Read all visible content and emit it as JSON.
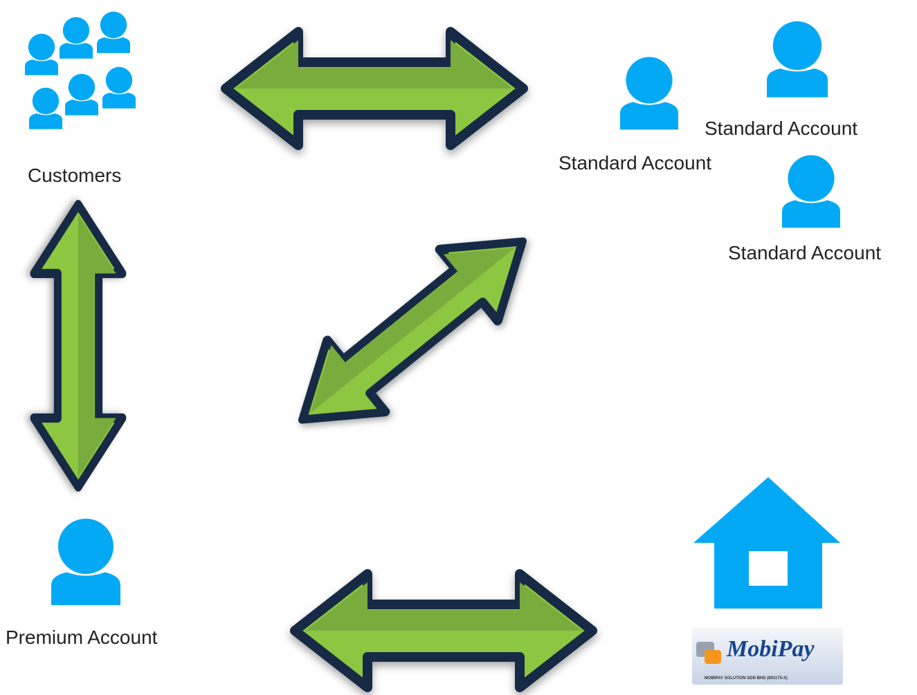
{
  "colors": {
    "person": "#03a9f4",
    "arrow_fill_light": "#8dc63f",
    "arrow_fill_dark": "#7aab3e",
    "arrow_outline": "#152b45",
    "logo_title": "#16458f",
    "logo_mark": "#f7941d"
  },
  "nodes": {
    "customers": {
      "label": "Customers",
      "icon": "people-group-icon"
    },
    "standard_accounts": [
      {
        "label": "Standard Account",
        "icon": "person-icon"
      },
      {
        "label": "Standard Account",
        "icon": "person-icon"
      },
      {
        "label": "Standard Account",
        "icon": "person-icon"
      }
    ],
    "premium_account": {
      "label": "Premium Account",
      "icon": "person-icon"
    },
    "home": {
      "icon": "house-icon"
    },
    "mobipay": {
      "title": "MobiPay",
      "subtitle": "MOBIPAY SOLUTION SDN BHD (801175-X)",
      "icon": "mobipay-logo"
    }
  },
  "connections": [
    {
      "from": "customers",
      "to": "standard_accounts",
      "type": "bidirectional"
    },
    {
      "from": "customers",
      "to": "premium_account",
      "type": "bidirectional"
    },
    {
      "from": "premium_account",
      "to": "standard_accounts",
      "type": "bidirectional"
    },
    {
      "from": "premium_account",
      "to": "mobipay",
      "type": "bidirectional"
    }
  ]
}
